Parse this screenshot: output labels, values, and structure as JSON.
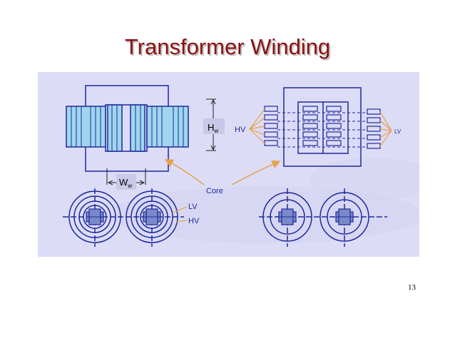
{
  "slide": {
    "title": "Transformer Winding",
    "page_number": "13"
  },
  "figure": {
    "labels": {
      "hw_main": "H",
      "hw_sub": "w",
      "ww_main": "W",
      "ww_sub": "w",
      "core": "Core",
      "hv_right": "HV",
      "lv_right": "LV",
      "lv_bottom": "LV",
      "hv_bottom": "HV"
    }
  },
  "colors": {
    "title": "#8b1010",
    "figure_background": "#dcdcf7",
    "line": "#1f2a9a",
    "winding_fill": "#9fd6ee",
    "label_box": "#c8c8e8",
    "arrow": "#e6a24a"
  }
}
